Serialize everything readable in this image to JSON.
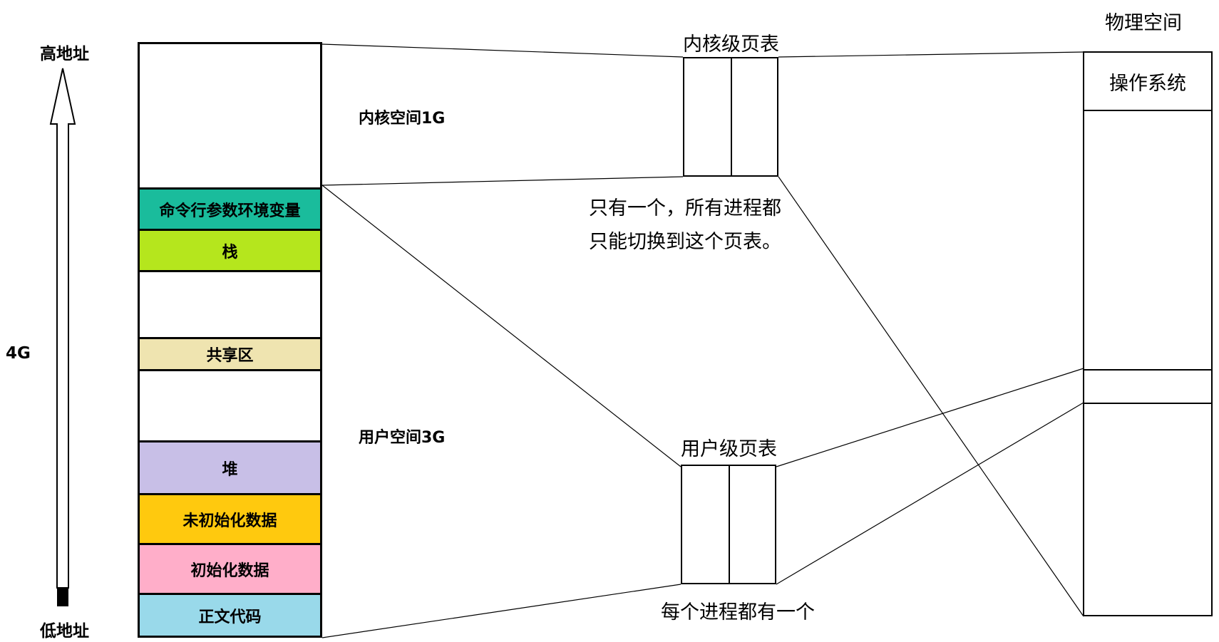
{
  "address_axis": {
    "high_label": "高地址",
    "low_label": "低地址",
    "size_label": "4G"
  },
  "memory_layout": {
    "kernel_space_label": "内核空间1G",
    "user_space_label": "用户空间3G",
    "segments": [
      {
        "label": "",
        "color": "#ffffff"
      },
      {
        "label": "命令行参数环境变量",
        "color": "#1abc9c"
      },
      {
        "label": "栈",
        "color": "#b5e61d"
      },
      {
        "label": "",
        "color": "#ffffff"
      },
      {
        "label": "共享区",
        "color": "#efe4b0"
      },
      {
        "label": "",
        "color": "#ffffff"
      },
      {
        "label": "堆",
        "color": "#c8bfe7"
      },
      {
        "label": "未初始化数据",
        "color": "#ffc90e"
      },
      {
        "label": "初始化数据",
        "color": "#ffaec9"
      },
      {
        "label": "正文代码",
        "color": "#99d9ea"
      }
    ]
  },
  "kernel_page_table": {
    "title": "内核级页表",
    "note_line1": "只有一个，所有进程都",
    "note_line2": "只能切换到这个页表。"
  },
  "user_page_table": {
    "title": "用户级页表",
    "note": "每个进程都有一个"
  },
  "physical_memory": {
    "title": "物理空间",
    "os_label": "操作系统"
  }
}
